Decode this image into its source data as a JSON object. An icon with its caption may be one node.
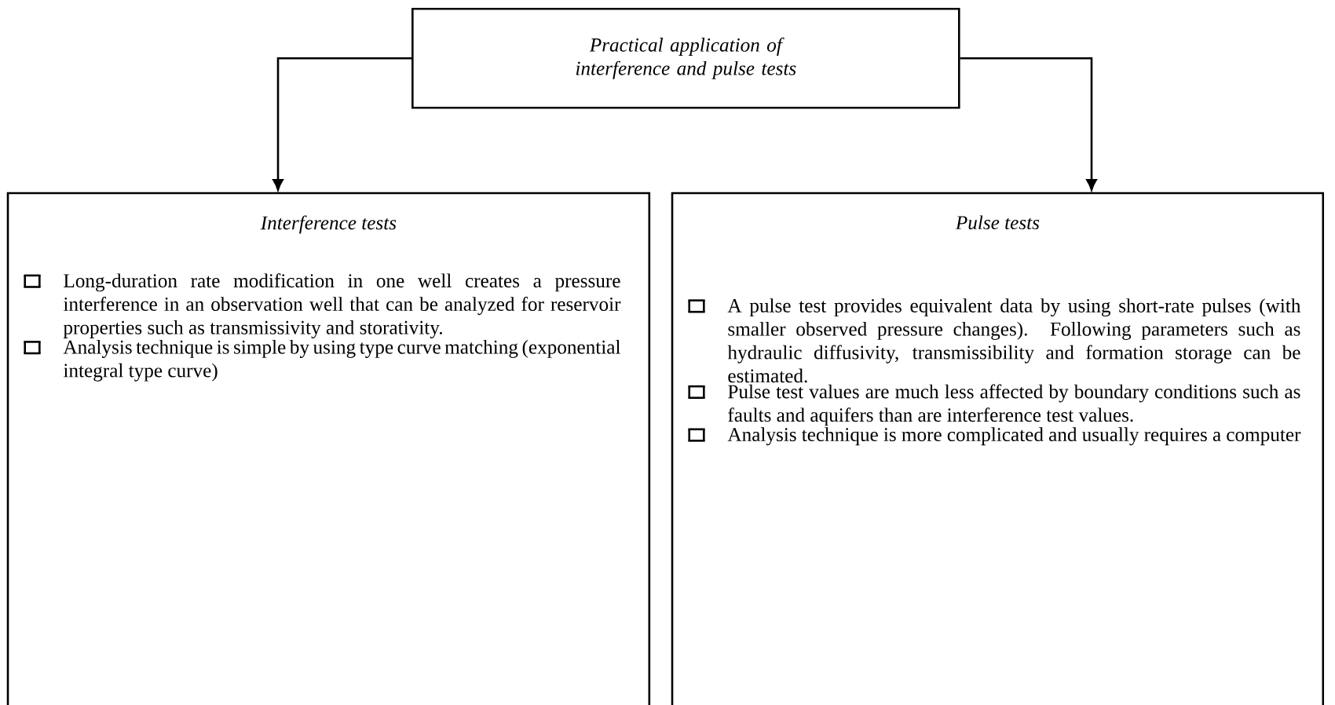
{
  "diagram": {
    "nodes": [
      {
        "text": [
          "Practical application of interference and pulse tests"
        ]
      },
      {
        "text": [
          "Interference tests",
          "Long-duration rate modification in one well creates a pressure interference in an observation well that can be analyzed for reservoir properties such as transmissivity and storativity.",
          "Analysis technique is simple by using type curve matching (exponential integral type curve)"
        ]
      },
      {
        "text": [
          "Pulse tests",
          "A pulse test provides equivalent data by using short-rate pulses (with smaller observed pressure changes). Following parameters such as hydraulic diffusivity, transmissibility and formation storage can be estimated.",
          "Pulse test values are much less affected by boundary conditions such as faults and aquifers than are interference test values.",
          "Analysis technique is more complicated and usually requires a computer"
        ]
      }
    ],
    "edges": [
      {
        "from": 0,
        "to": 1,
        "arrow": "to"
      },
      {
        "from": 0,
        "to": 2,
        "arrow": "to"
      }
    ]
  }
}
